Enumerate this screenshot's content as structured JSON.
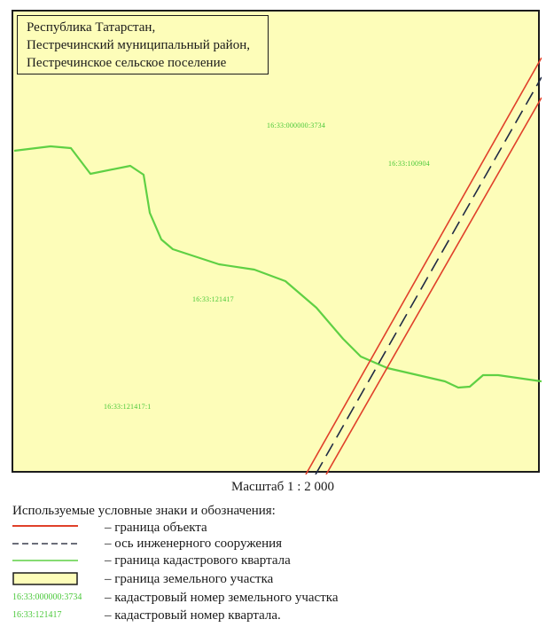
{
  "inset": {
    "lines": [
      "Республика Татарстан,",
      "Пестречинский муниципальный район,",
      "Пестречинское сельское поселение"
    ]
  },
  "map": {
    "background_color": "#fdfdb9",
    "labels": {
      "parcel_top": "16:33:000000:3734",
      "quarter_right": "16:33:100904",
      "quarter_center": "16:33:121417",
      "parcel_bottom_left": "16:33:121417:1"
    },
    "colors": {
      "object_boundary": "#e0402a",
      "axis": "#1f2a44",
      "cadastral_quarter_boundary": "#5fd044"
    }
  },
  "scale": {
    "label": "Масштаб 1 : 2 000"
  },
  "legend": {
    "title": "Используемые условные знаки и обозначения:",
    "items": [
      {
        "symbol": "red-line",
        "text": "– граница объекта"
      },
      {
        "symbol": "dashed-line",
        "text": "– ось инженерного сооружения"
      },
      {
        "symbol": "green-line",
        "text": "– граница кадастрового квартала"
      },
      {
        "symbol": "yellow-rect",
        "text": "– граница земельного участка"
      },
      {
        "symbol": "cad-number",
        "symbol_text": "16:33:000000:3734",
        "text": "– кадастровый номер земельного участка"
      },
      {
        "symbol": "cad-number",
        "symbol_text": "16:33:121417",
        "text": "– кадастровый номер квартала."
      }
    ]
  }
}
